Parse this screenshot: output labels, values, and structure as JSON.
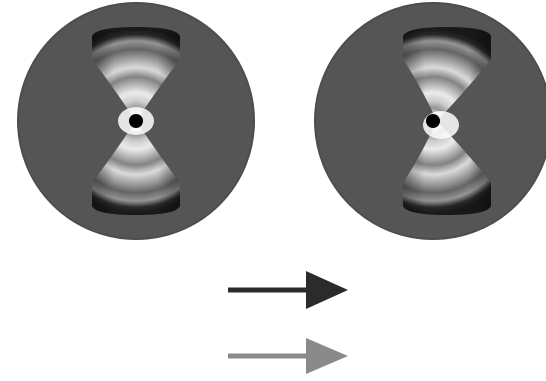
{
  "panels": [
    {
      "id": "left",
      "pattern": "symmetric-double-lobe"
    },
    {
      "id": "right",
      "pattern": "asymmetric-double-lobe"
    }
  ],
  "arrows": [
    {
      "id": "dark-arrow",
      "direction": "right",
      "color": "#2b2b2b"
    },
    {
      "id": "gray-arrow",
      "direction": "right",
      "color": "#8a8a8a"
    }
  ],
  "colors": {
    "disc": "#555555",
    "disc_edge": "#4d4d4d",
    "center_dot": "#000000",
    "background": "#ffffff"
  }
}
